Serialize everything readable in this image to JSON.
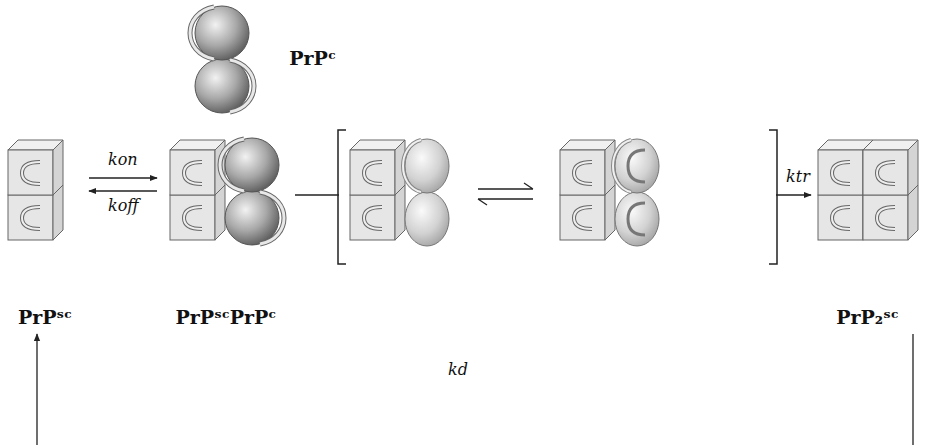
{
  "diagram": {
    "nodes": [
      {
        "text": [
          "PrPᶜ"
        ]
      },
      {
        "text": [
          "PrPˢᶜ"
        ]
      },
      {
        "text": [
          "PrPˢᶜPrPᶜ"
        ]
      },
      {
        "text": [
          "PrP₂ˢᶜ"
        ]
      }
    ],
    "edges": [
      {
        "from": 1,
        "to": 2,
        "label": "kon",
        "arrow": "to"
      },
      {
        "from": 2,
        "to": 1,
        "label": "koff",
        "arrow": "to"
      },
      {
        "from": 2,
        "to": 3,
        "label": "ktr",
        "arrow": "to"
      },
      {
        "from": 3,
        "to": 1,
        "label": "kd",
        "arrow": "to"
      }
    ]
  }
}
